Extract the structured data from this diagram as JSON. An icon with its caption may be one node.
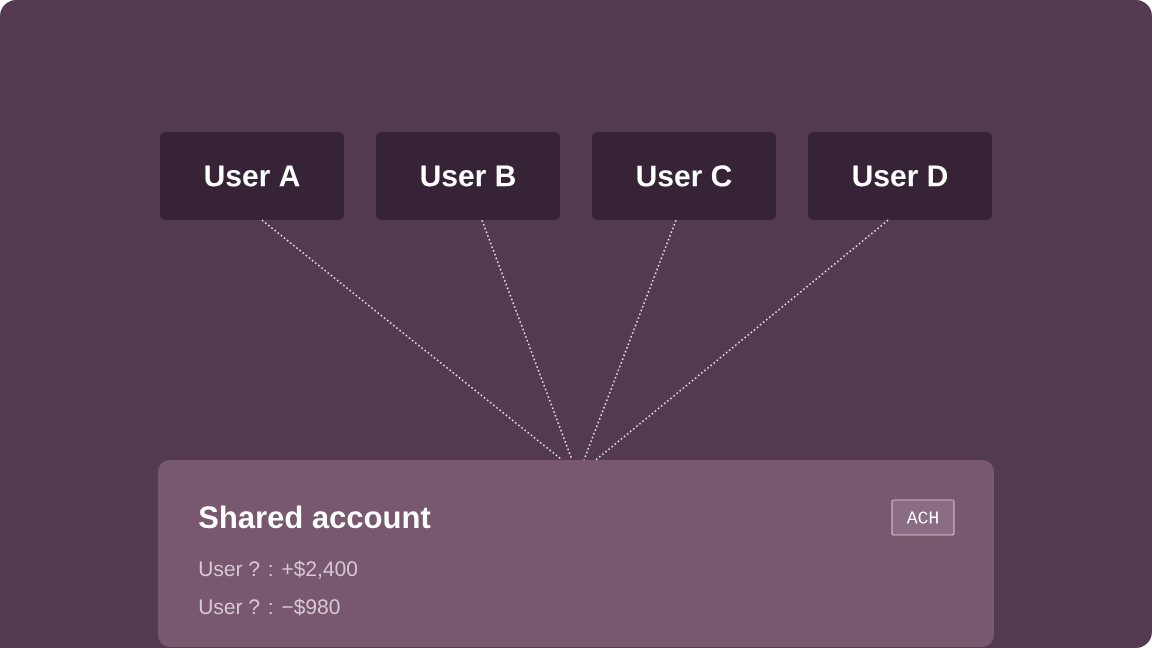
{
  "diagram": {
    "nodes": [
      {
        "text": [
          "User A"
        ]
      },
      {
        "text": [
          "User B"
        ]
      },
      {
        "text": [
          "User C"
        ]
      },
      {
        "text": [
          "User D"
        ]
      },
      {
        "text": [
          "Shared account",
          "User ? : +$2,400",
          "User ? : −$980"
        ]
      },
      {
        "text": [
          "ACH"
        ],
        "in": 4
      }
    ],
    "edges": [
      {
        "from": 0,
        "to": 4,
        "arrow": "none"
      },
      {
        "from": 1,
        "to": 4,
        "arrow": "none"
      },
      {
        "from": 2,
        "to": 4,
        "arrow": "none"
      },
      {
        "from": 3,
        "to": 4,
        "arrow": "none"
      }
    ]
  }
}
